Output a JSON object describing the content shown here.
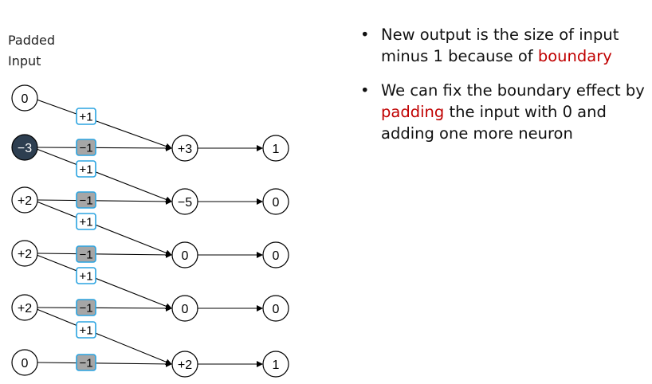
{
  "caption": {
    "line1": "Padded",
    "line2": "Input"
  },
  "inputs": [
    "0",
    "−3",
    "+2",
    "+2",
    "+2",
    "0"
  ],
  "input_styles": [
    "plain",
    "dark",
    "plain",
    "plain",
    "plain",
    "plain"
  ],
  "weights": {
    "first": "+1",
    "second": "−1"
  },
  "hidden": [
    "+3",
    "−5",
    "0",
    "0",
    "+2"
  ],
  "outputs": [
    "1",
    "0",
    "0",
    "0",
    "1"
  ],
  "bullets": [
    {
      "parts": [
        {
          "text": "New output is the size of input minus 1 because of ",
          "highlight": false
        },
        {
          "text": "boundary",
          "highlight": true
        }
      ]
    },
    {
      "parts": [
        {
          "text": "We can fix the boundary effect by ",
          "highlight": false
        },
        {
          "text": "padding",
          "highlight": true
        },
        {
          "text": " the input with 0 and adding one more neuron",
          "highlight": false
        }
      ]
    }
  ],
  "colors": {
    "highlight": "#c00000",
    "dark_node": "#2d3e50",
    "weight_border": "#2aa3e0",
    "negative_weight_fill": "#a6a6a6"
  }
}
